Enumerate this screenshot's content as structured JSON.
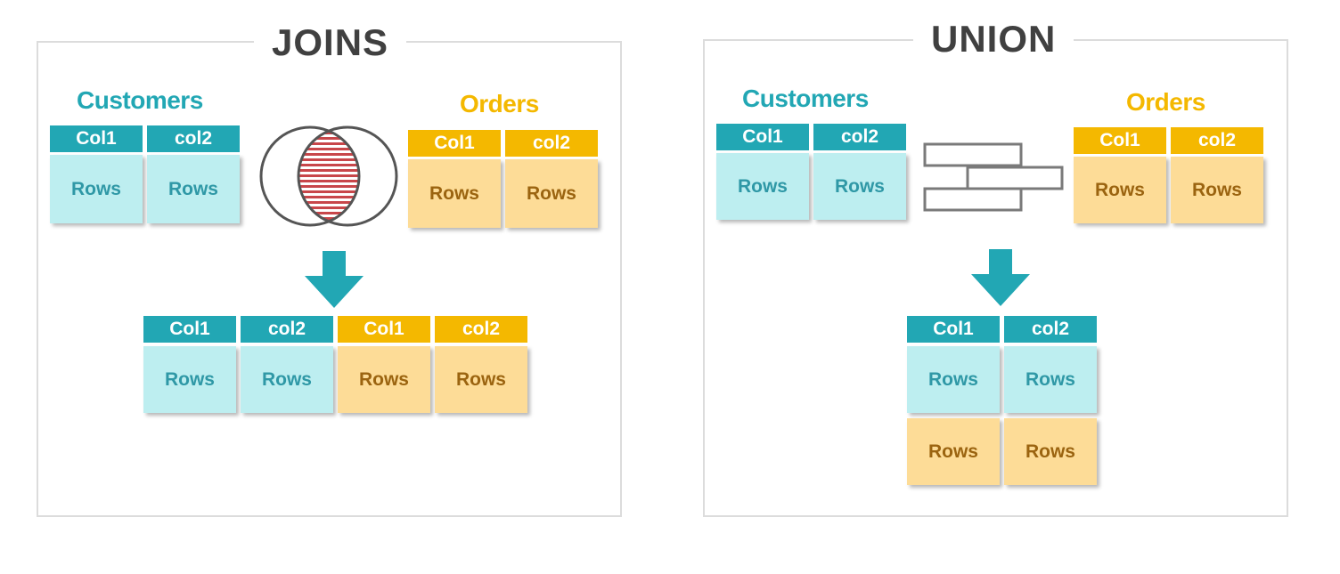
{
  "joins": {
    "title": "JOINS",
    "left_table": {
      "title": "Customers",
      "col1": "Col1",
      "col2": "col2",
      "rows": "Rows"
    },
    "right_table": {
      "title": "Orders",
      "col1": "Col1",
      "col2": "col2",
      "rows": "Rows"
    },
    "result": {
      "col1": "Col1",
      "col2": "col2",
      "col3": "Col1",
      "col4": "col2",
      "rows": "Rows"
    },
    "icon": "venn-diagram-inner-join-icon"
  },
  "union": {
    "title": "UNION",
    "left_table": {
      "title": "Customers",
      "col1": "Col1",
      "col2": "col2",
      "rows": "Rows"
    },
    "right_table": {
      "title": "Orders",
      "col1": "Col1",
      "col2": "col2",
      "rows": "Rows"
    },
    "result": {
      "col1": "Col1",
      "col2": "col2",
      "rows": "Rows"
    },
    "icon": "stacked-bars-union-icon"
  },
  "colors": {
    "teal": "#22a7b4",
    "gold": "#f4b800",
    "teal_light": "#bdeef0",
    "gold_light": "#fddc97",
    "border": "#dcdcdc",
    "title": "#404040",
    "hatch": "#c8464a"
  }
}
